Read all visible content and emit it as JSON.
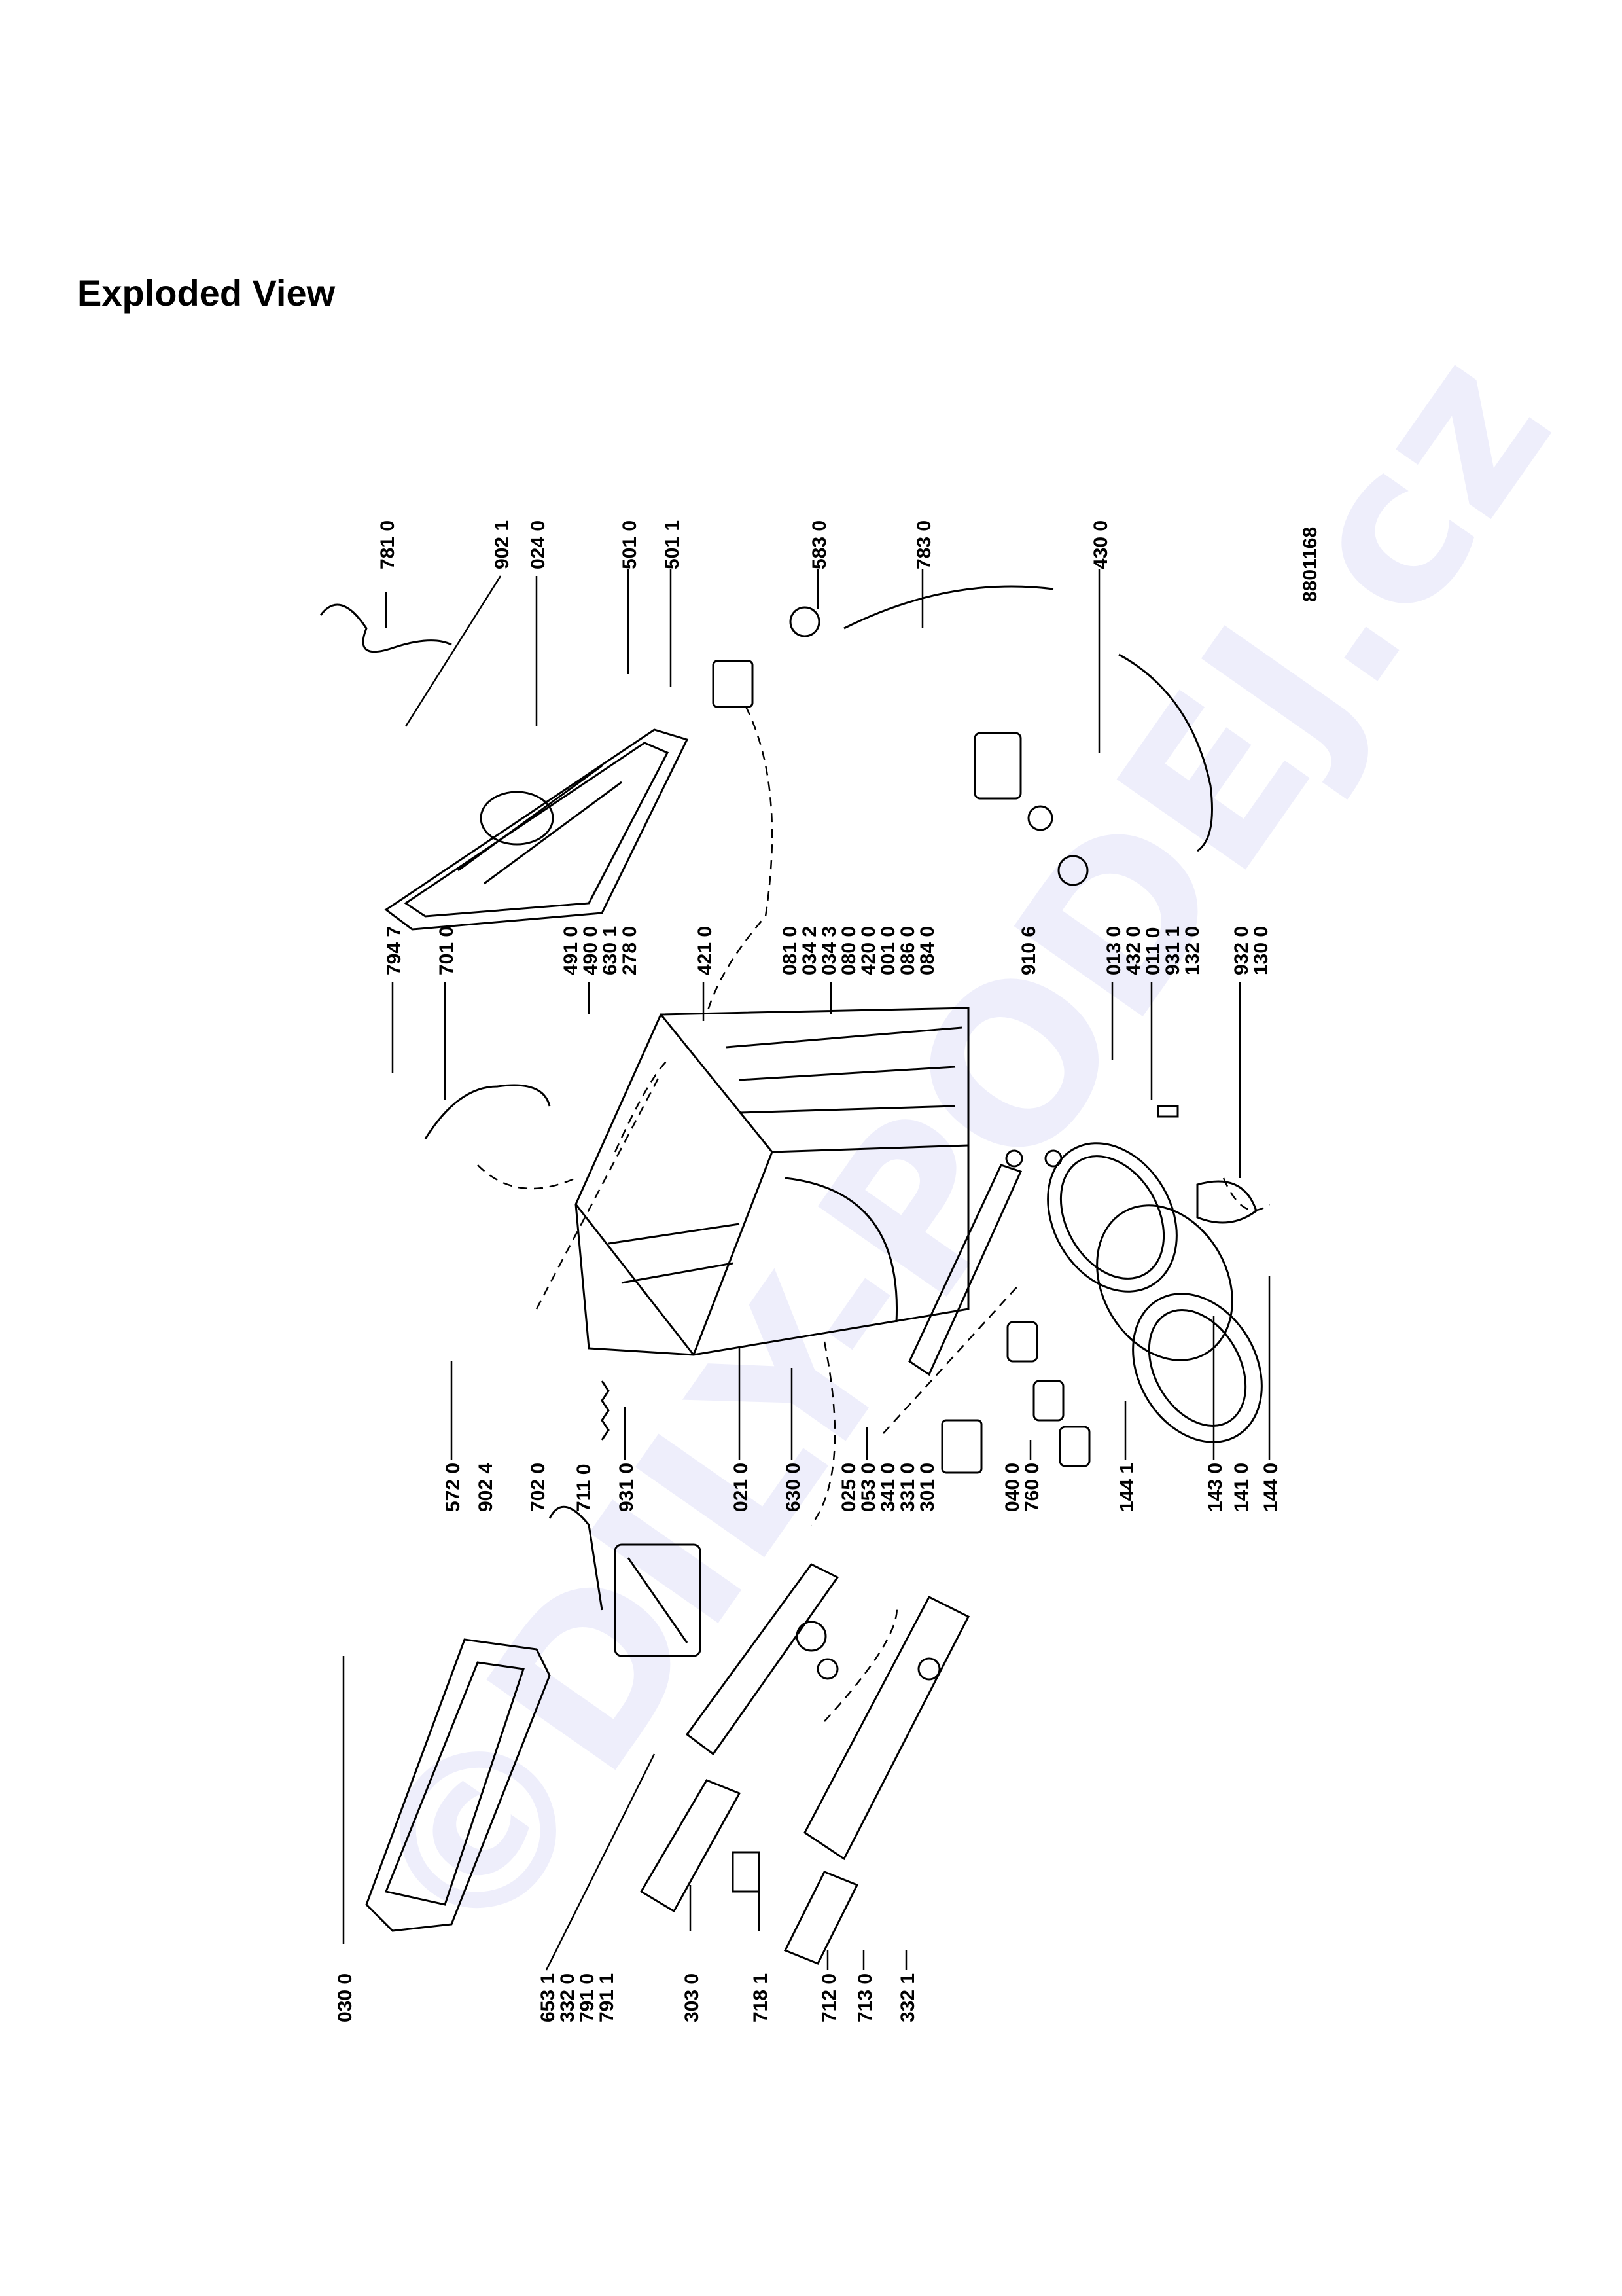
{
  "page": {
    "title": "Exploded View",
    "drawing_number": "8801168",
    "watermark": "©DILY-PODEJ.cz"
  },
  "labels_top": [
    "781 0",
    "902 1",
    "024 0",
    "501 0",
    "501 1",
    "583 0",
    "783 0",
    "430 0"
  ],
  "labels_mid_right": [
    "794 7",
    "701 0",
    "491 0",
    "490 0",
    "630 1",
    "278 0",
    "421 0",
    "081 0",
    "034 2",
    "034 3",
    "080 0",
    "420 0",
    "001 0",
    "086 0",
    "084 0",
    "910 6",
    "013 0",
    "432 0",
    "011 0",
    "931 1",
    "132 0",
    "932 0",
    "130 0"
  ],
  "labels_mid_left": [
    "572 0",
    "902 4",
    "702 0",
    "711 0",
    "931 0",
    "021 0",
    "630 0",
    "025 0",
    "053 0",
    "341 0",
    "331 0",
    "301 0",
    "040 0",
    "760 0",
    "144 1",
    "143 0",
    "141 0",
    "144 0"
  ],
  "labels_bottom": [
    "030 0",
    "653 1",
    "332 0",
    "791 0",
    "791 1",
    "303 0",
    "718 1",
    "712 0",
    "713 0",
    "332 1"
  ]
}
